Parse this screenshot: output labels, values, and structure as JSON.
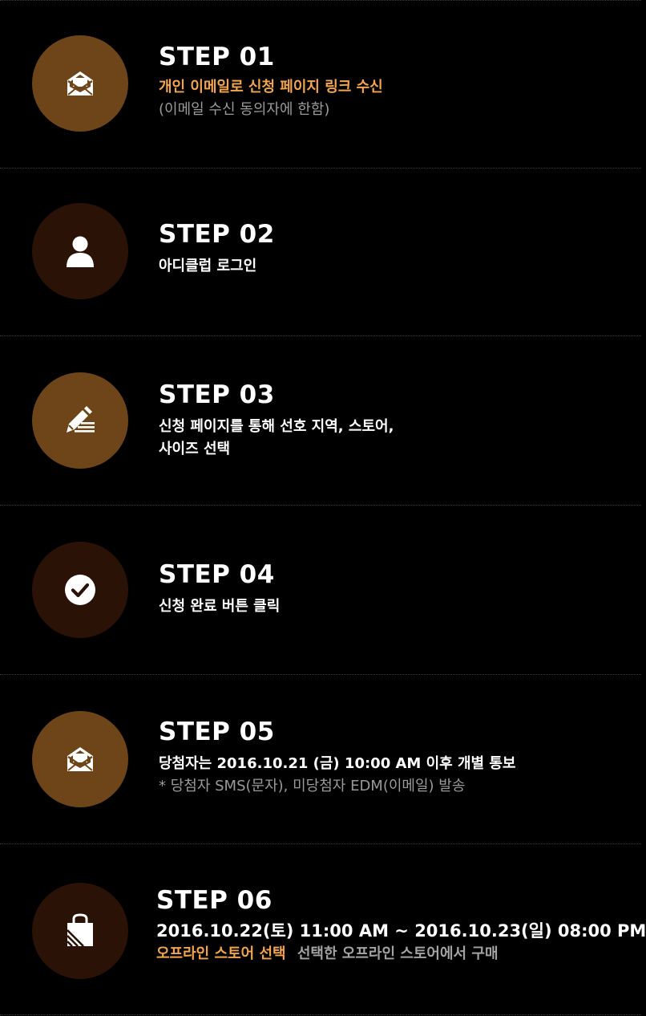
{
  "steps": [
    {
      "title": "STEP 01",
      "icon": "envelope-icon",
      "line1": "개인 이메일로 신청 페이지 링크 수신",
      "line2": "(이메일 수신 동의자에 한함)"
    },
    {
      "title": "STEP 02",
      "icon": "user-icon",
      "line1": "아디클럽 로그인"
    },
    {
      "title": "STEP 03",
      "icon": "pencil-icon",
      "line1": "신청 페이지를 통해 선호 지역, 스토어,",
      "line2": "사이즈 선택"
    },
    {
      "title": "STEP 04",
      "icon": "checkmark-icon",
      "line1": "신청 완료 버튼 클릭"
    },
    {
      "title": "STEP 05",
      "icon": "envelope-icon",
      "line1": "당첨자는 2016.10.21 (금) 10:00 AM 이후 개별 통보",
      "line2": "* 당첨자 SMS(문자), 미당첨자 EDM(이메일) 발송"
    },
    {
      "title": "STEP 06",
      "icon": "shopping-bag-icon",
      "line1": "2016.10.22(토) 11:00 AM ~ 2016.10.23(일) 08:00 PM",
      "line2_highlight": "오프라인 스토어 선택",
      "line2_rest": "선택한 오프라인 스토어에서 구매"
    }
  ],
  "colors": {
    "background": "#000000",
    "brown": "#6e4518",
    "dark_brown": "#2a1207",
    "accent": "#f4a54c",
    "muted": "#9a9a9a"
  }
}
